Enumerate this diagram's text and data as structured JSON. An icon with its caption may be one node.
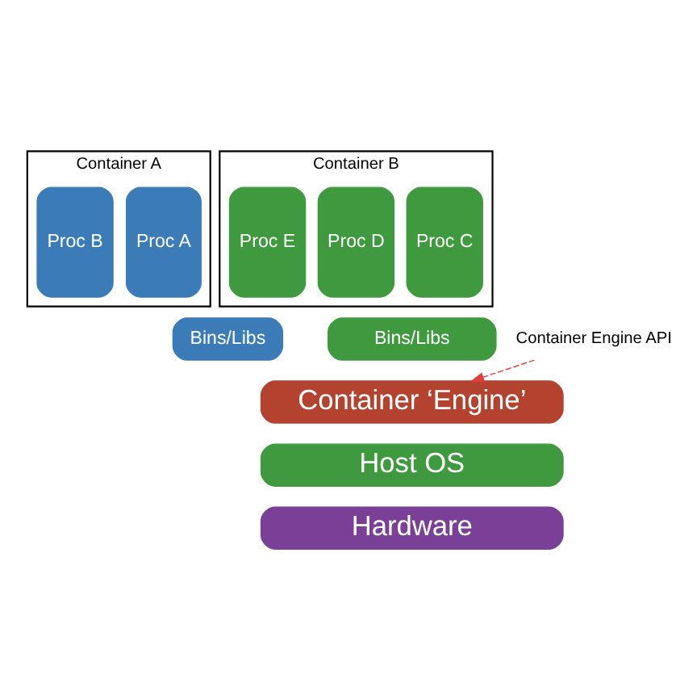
{
  "diagram": {
    "nodes": [
      {
        "text": [
          "Container A"
        ]
      },
      {
        "text": [
          "Proc A"
        ],
        "in": 0
      },
      {
        "text": [
          "Proc B"
        ],
        "in": 0
      },
      {
        "text": [
          "Container B"
        ]
      },
      {
        "text": [
          "Proc C"
        ],
        "in": 3
      },
      {
        "text": [
          "Proc D"
        ],
        "in": 3
      },
      {
        "text": [
          "Proc E"
        ],
        "in": 3
      },
      {
        "text": [
          "Bins/Libs"
        ]
      },
      {
        "text": [
          "Bins/Libs"
        ]
      },
      {
        "text": [
          "Container ‘Engine’"
        ]
      },
      {
        "text": [
          "Host OS"
        ]
      },
      {
        "text": [
          "Hardware"
        ]
      },
      {
        "text": [
          "Container Engine API"
        ]
      }
    ],
    "edges": [
      {
        "from": 12,
        "to": 9,
        "arrow": "to",
        "style": "dashed",
        "color": "#e0403a"
      }
    ]
  }
}
